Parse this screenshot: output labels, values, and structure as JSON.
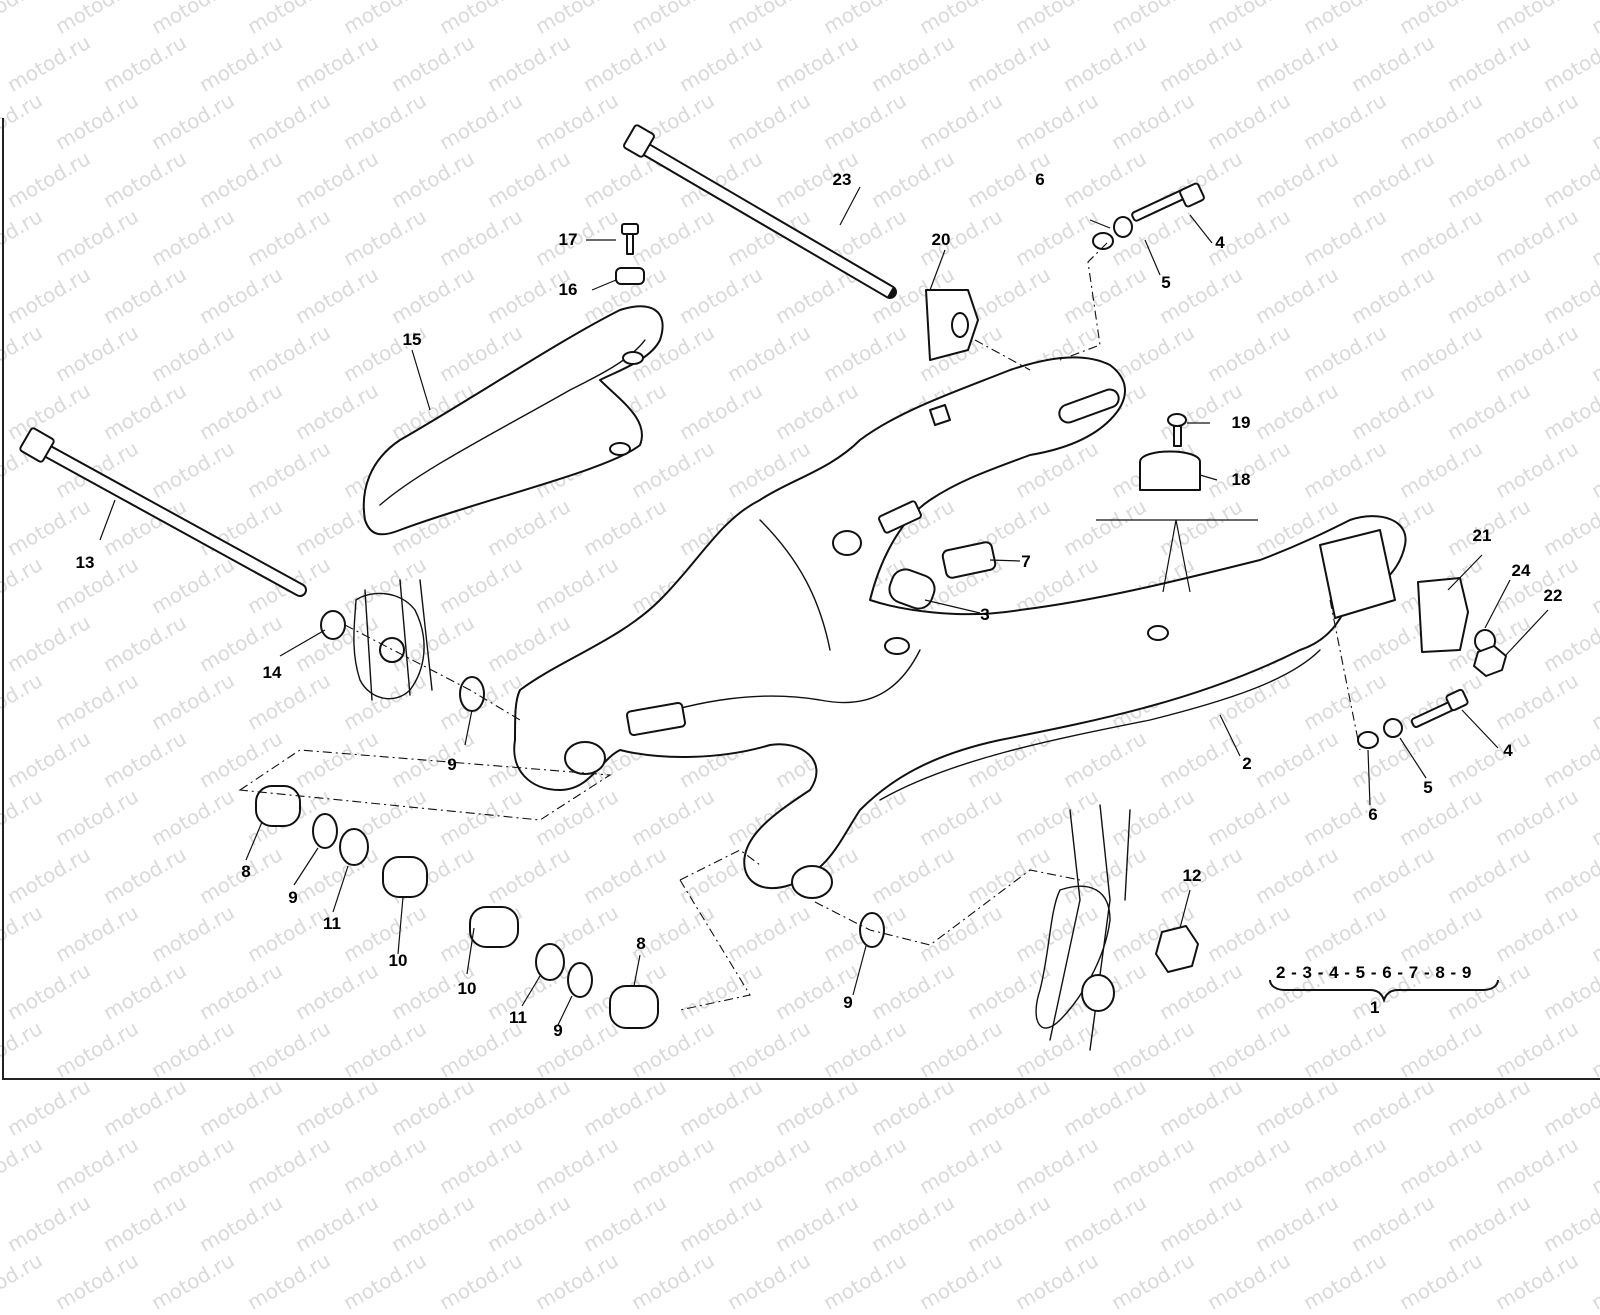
{
  "watermark": "motod.ru",
  "callouts": [
    "1",
    "2",
    "3",
    "4",
    "5",
    "6",
    "7",
    "8",
    "9",
    "10",
    "11",
    "12",
    "13",
    "14",
    "15",
    "16",
    "17",
    "18",
    "19",
    "20",
    "21",
    "22",
    "23",
    "24"
  ],
  "kit_group": {
    "contents": "2 - 3 - 4 - 5 - 6 - 7 - 8 - 9",
    "number": "1"
  }
}
